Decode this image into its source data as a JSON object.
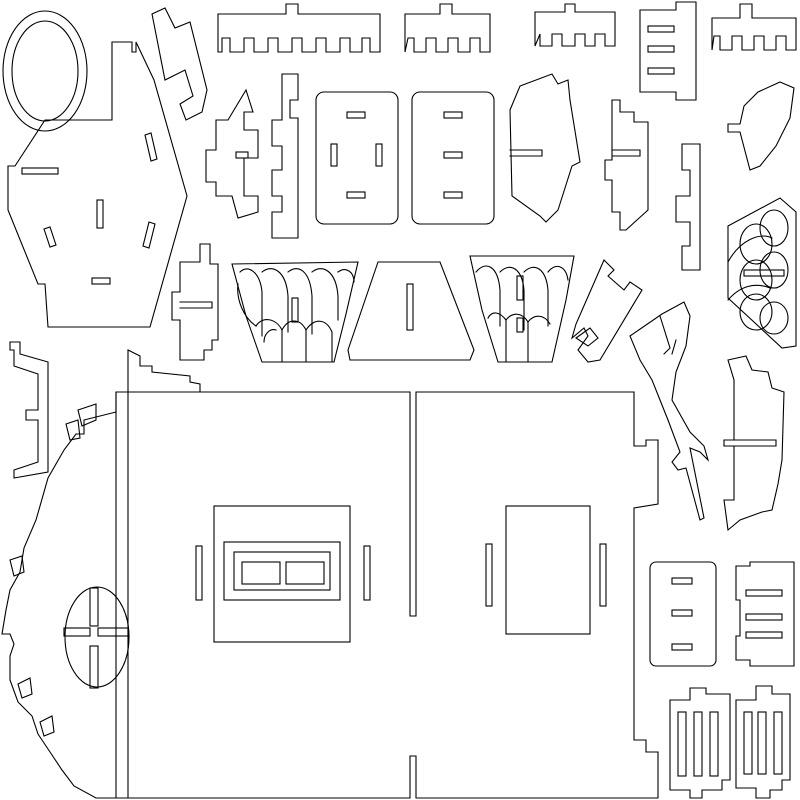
{
  "sheet": {
    "background": "#ffffff",
    "line_color": "#000000"
  },
  "pieces": [
    "oval-ring",
    "bracket-tab-piece",
    "castellated-strip",
    "hex-side-panel",
    "stepped-fork-piece",
    "rounded-slotted-panel",
    "cabbage-leaf-panel",
    "trapezoid-panel",
    "hull-front-panel",
    "main-deck-panel",
    "fish-shape-piece",
    "comb-piece"
  ]
}
